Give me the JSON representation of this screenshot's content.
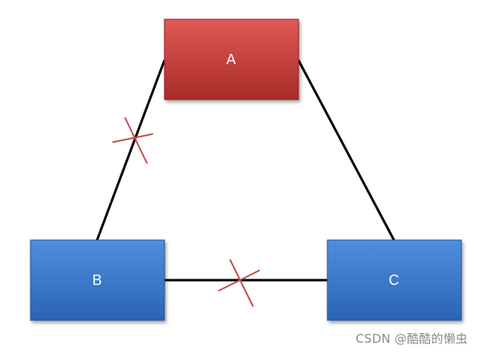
{
  "diagram": {
    "nodes": {
      "a": {
        "label": "A",
        "color_top": "#d9534f",
        "color_bottom": "#b02a2a"
      },
      "b": {
        "label": "B",
        "color_top": "#4a86d8",
        "color_bottom": "#2f66b8"
      },
      "c": {
        "label": "C",
        "color_top": "#4a86d8",
        "color_bottom": "#2f66b8"
      }
    },
    "edges": [
      {
        "from": "A",
        "to": "B",
        "broken": true
      },
      {
        "from": "A",
        "to": "C",
        "broken": false
      },
      {
        "from": "B",
        "to": "C",
        "broken": true
      }
    ],
    "cut_mark_color": "#c0504d"
  },
  "watermark": {
    "text": "CSDN @酷酷的懒虫"
  }
}
